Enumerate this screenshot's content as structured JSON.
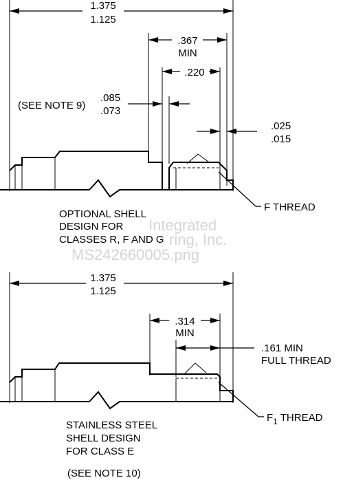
{
  "top_view": {
    "overall_max": "1.375",
    "overall_min": "1.125",
    "dim_367": ".367",
    "dim_367_min": "MIN",
    "dim_220": ".220",
    "see_note_9": "(SEE NOTE 9)",
    "dim_085": ".085",
    "dim_073": ".073",
    "dim_025": ".025",
    "dim_015": ".015",
    "thread_label": "F THREAD",
    "caption_line1": "OPTIONAL SHELL",
    "caption_line2": "DESIGN FOR",
    "caption_line3": "CLASSES  R, F AND G"
  },
  "bottom_view": {
    "overall_max": "1.375",
    "overall_min": "1.125",
    "dim_314": ".314",
    "dim_314_min": "MIN",
    "dim_161": ".161 MIN",
    "full_thread": "FULL THREAD",
    "thread_label_f": "F",
    "thread_label_sub": "1",
    "thread_label_rest": " THREAD",
    "caption_line1": "STAINLESS STEEL",
    "caption_line2": "SHELL DESIGN",
    "caption_line3": "FOR CLASS  E",
    "see_note_10": "(SEE NOTE 10)"
  },
  "watermark": {
    "line1": "Integrated",
    "line2": "ring, Inc.",
    "line3": "MS242660005.png"
  }
}
